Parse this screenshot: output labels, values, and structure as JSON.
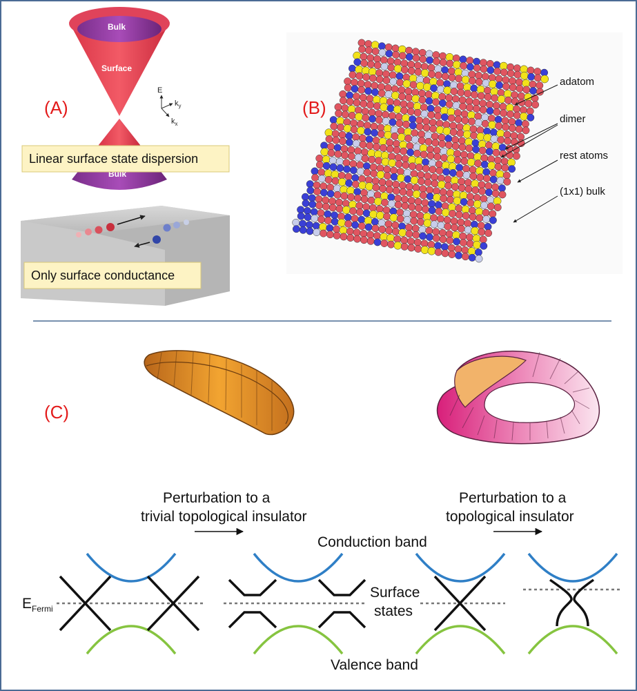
{
  "panel_a": {
    "label": "(A)",
    "cone_upper_label": "Bulk",
    "cone_middle_label": "Surface",
    "cone_lower_label": "Bulk",
    "axis_e": "E",
    "axis_ky": "k",
    "axis_ky_sub": "y",
    "axis_kx": "k",
    "axis_kx_sub": "x",
    "callout_dispersion": "Linear surface state dispersion",
    "callout_conductance": "Only surface conductance"
  },
  "panel_b": {
    "label": "(B)",
    "atom_labels": [
      "adatom",
      "dimer",
      "rest atoms",
      "(1x1) bulk"
    ],
    "colors": {
      "adatom": "#f2e21a",
      "rest": "#e05560",
      "bulk": "#3a3fd6",
      "pale": "#c8cdea"
    }
  },
  "panel_c": {
    "label": "(C)",
    "ribbon_plain_color": "#e6952a",
    "ribbon_mobius_color": "#e64a9a",
    "perturb_left_line1": "Perturbation to a",
    "perturb_left_line2": "trivial topological insulator",
    "perturb_right_line1": "Perturbation to a",
    "perturb_right_line2": "topological insulator",
    "conduction_band": "Conduction band",
    "surface_states_line1": "Surface",
    "surface_states_line2": "states",
    "valence_band": "Valence band",
    "fermi_main": "E",
    "fermi_sub": "Fermi",
    "conduction_color": "#2f7fc6",
    "valence_color": "#86c440"
  }
}
